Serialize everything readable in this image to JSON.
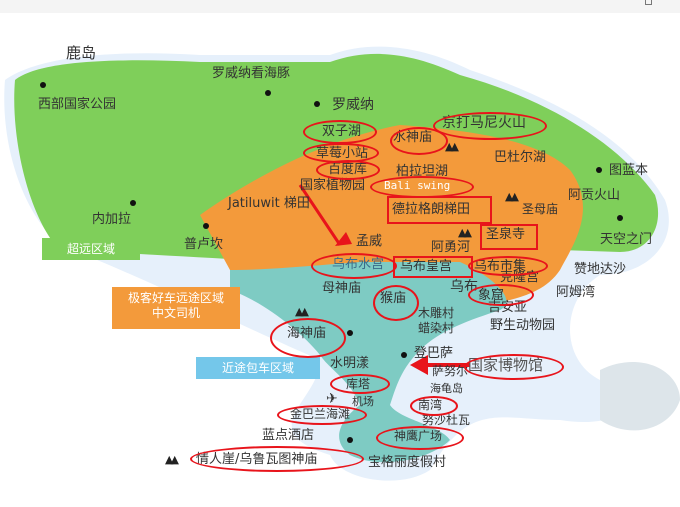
{
  "colors": {
    "green": "#7fcf5a",
    "orange": "#f39a3b",
    "teal": "#7ecbc3",
    "sea": "#e6f0fb",
    "red": "#e8141b"
  },
  "zones": {
    "far": "超远区域",
    "mid": "极客好车远途区域\n中文司机",
    "near": "近途包车区域"
  },
  "places": {
    "lurus": "鹿岛",
    "west_park": "西部国家公园",
    "lovina_dolphin": "罗威纳看海豚",
    "lovina": "罗威纳",
    "twin_lake": "双子湖",
    "strawberry": "草莓小站",
    "baidu": "百度库",
    "water_temple": "水神庙",
    "batur_volcano": "京打马尼火山",
    "batur_lake": "巴杜尔湖",
    "bratan_lake": "柏拉坦湖",
    "botanic": "国家植物园",
    "bali_swing": "Bali swing",
    "jatiluwih": "Jatiluwit 梯田",
    "tegalalang": "德拉格朗梯田",
    "mother_temple": "圣母庙",
    "tulamben": "图蓝本",
    "agung": "阿贡火山",
    "negara": "内加拉",
    "pupuan": "普卢坎",
    "sky_gate": "天空之门",
    "mengwi": "孟威",
    "ayung": "阿勇河",
    "holy_spring": "圣泉寺",
    "ubud_water": "乌布水宫",
    "ubud_palace": "乌布皇宫",
    "ubud_market": "乌布市集",
    "ubud": "乌布",
    "klungkung": "克隆宫",
    "sidemen": "赞地达沙",
    "amed": "阿姆湾",
    "taman_ayun": "母神庙",
    "monkey": "猴庙",
    "goa_gajah": "象窟",
    "gianyar": "吉安亚",
    "safari": "野生动物园",
    "woodcarving": "木雕村",
    "batik": "蜡染村",
    "tanah_lot": "海神庙",
    "denpasar": "登巴萨",
    "museum": "国家博物馆",
    "canggu": "水明漾",
    "sanur": "萨努尔",
    "turtle": "海龟岛",
    "kuta": "库塔",
    "airport": "机场",
    "south_bay": "南湾",
    "jimbaran": "金巴兰海滩",
    "nusa_dua": "努沙杜瓦",
    "blue_point": "蓝点酒店",
    "gwk": "神鹰广场",
    "uluwatu": "情人崖/乌鲁瓦图神庙",
    "bvlgari": "宝格丽度假村"
  }
}
